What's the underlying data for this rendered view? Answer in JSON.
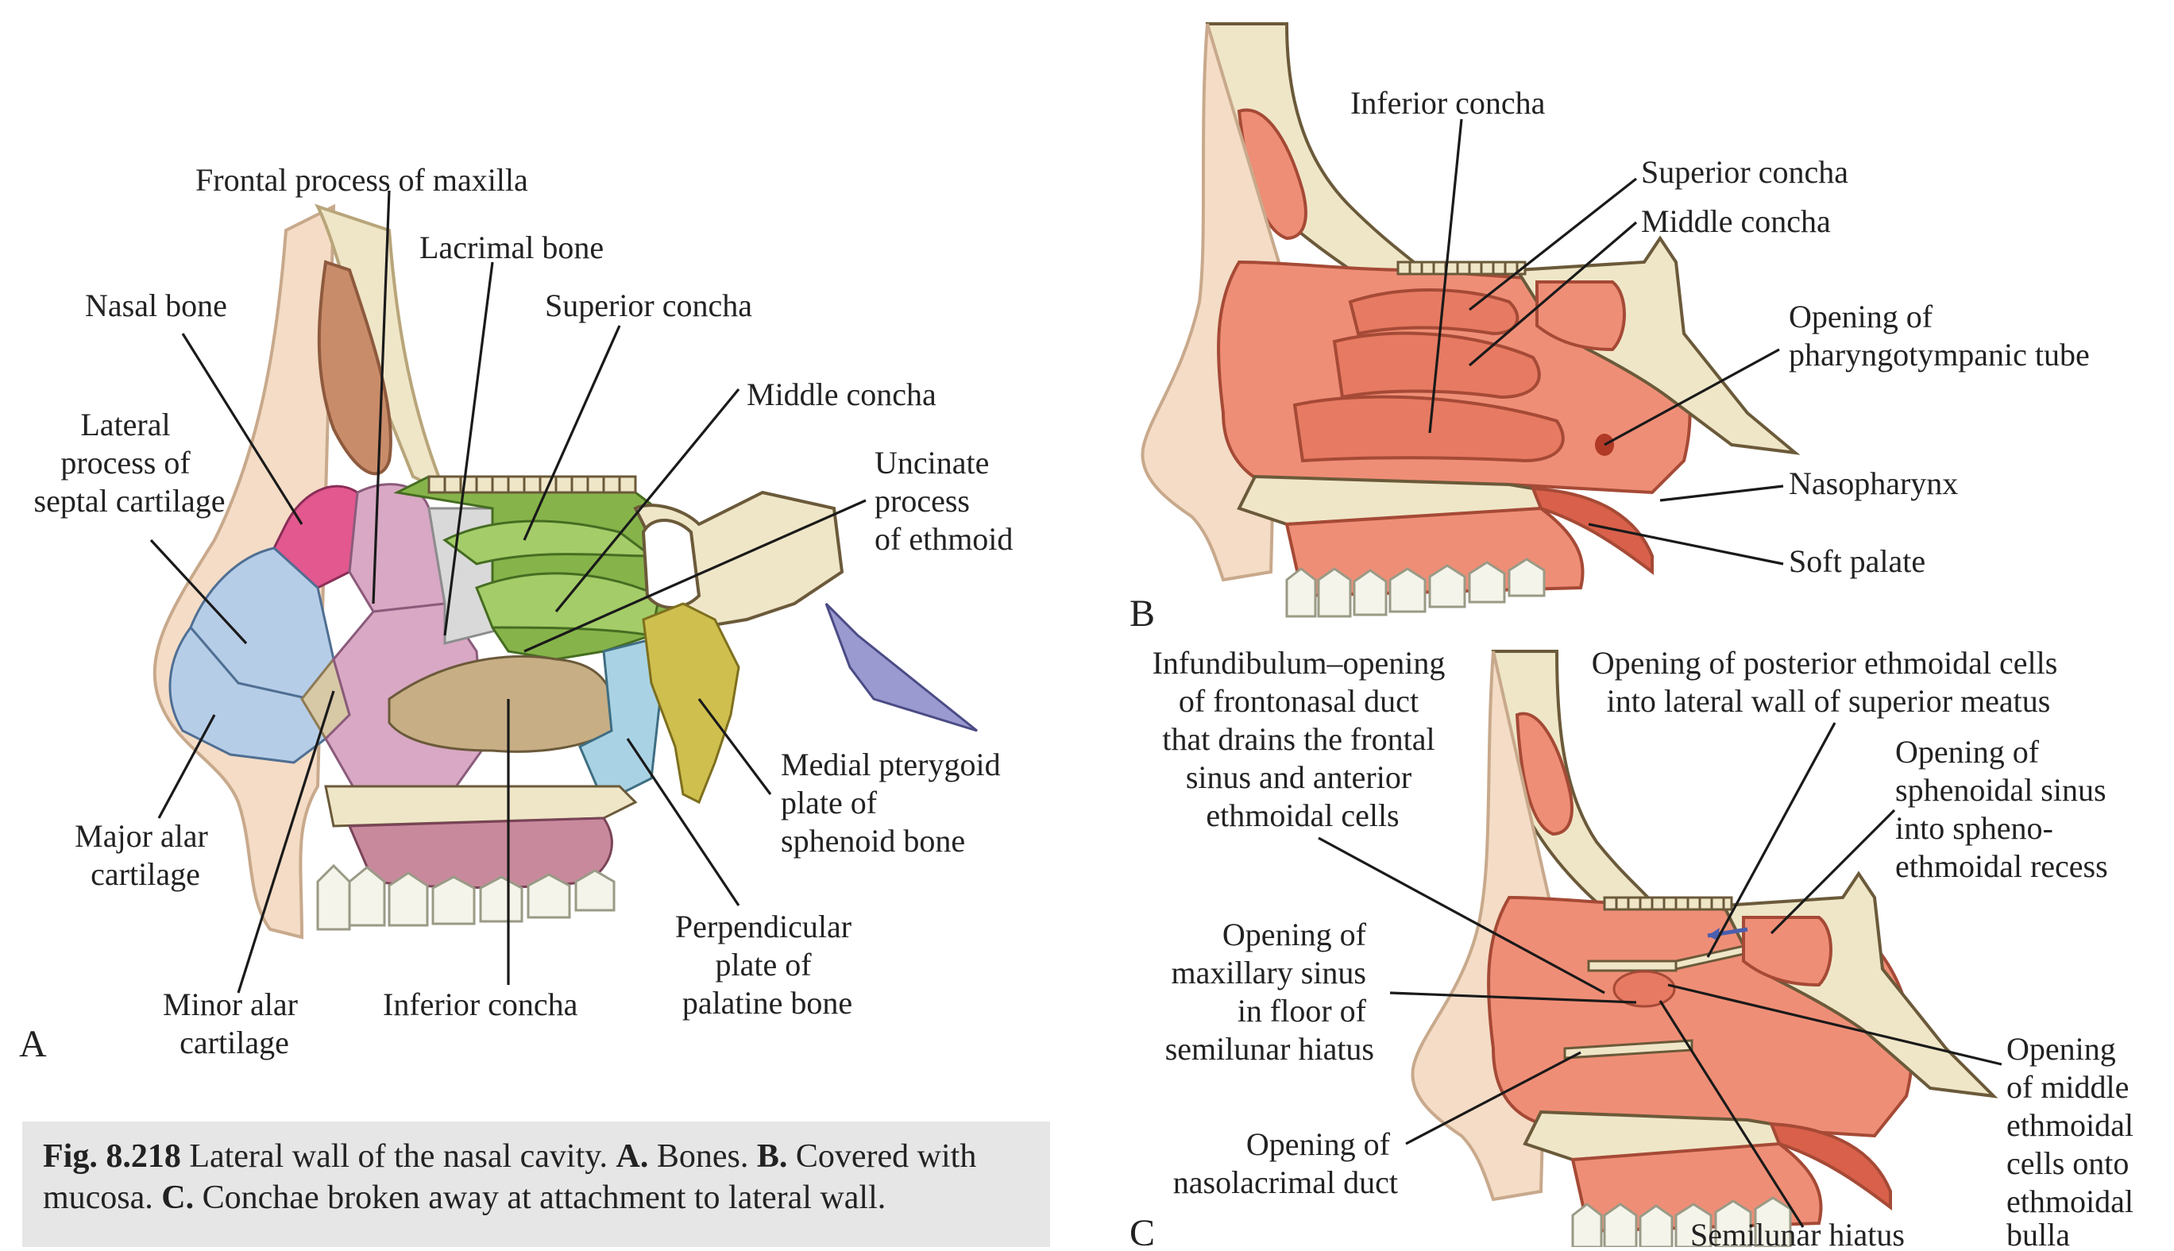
{
  "panels": {
    "a": {
      "letter": "A",
      "labels": {
        "frontal_process": "Frontal process of maxilla",
        "lacrimal_bone": "Lacrimal bone",
        "nasal_bone": "Nasal bone",
        "superior_concha": "Superior concha",
        "lateral_process_1": "Lateral",
        "lateral_process_2": "process of",
        "lateral_process_3": "septal cartilage",
        "middle_concha": "Middle concha",
        "uncinate_1": "Uncinate",
        "uncinate_2": "process",
        "uncinate_3": "of ethmoid",
        "medial_pterygoid_1": "Medial pterygoid",
        "medial_pterygoid_2": "plate of",
        "medial_pterygoid_3": "sphenoid bone",
        "major_alar_1": "Major alar",
        "major_alar_2": "cartilage",
        "perpendicular_1": "Perpendicular",
        "perpendicular_2": "plate of",
        "perpendicular_3": "palatine bone",
        "minor_alar_1": "Minor alar",
        "minor_alar_2": "cartilage",
        "inferior_concha": "Inferior concha"
      }
    },
    "b": {
      "letter": "B",
      "labels": {
        "inferior_concha": "Inferior concha",
        "superior_concha": "Superior concha",
        "middle_concha": "Middle concha",
        "pharyngo_1": "Opening of",
        "pharyngo_2": "pharyngotympanic tube",
        "nasopharynx": "Nasopharynx",
        "soft_palate": "Soft palate"
      }
    },
    "c": {
      "letter": "C",
      "labels": {
        "infundibulum_1": "Infundibulum–opening",
        "infundibulum_2": "of frontonasal duct",
        "infundibulum_3": "that drains the frontal",
        "infundibulum_4": "sinus and anterior",
        "infundibulum_5": "ethmoidal cells",
        "posterior_ethmoidal_1": "Opening of posterior ethmoidal cells",
        "posterior_ethmoidal_2": "into lateral wall of superior meatus",
        "sphenoidal_1": "Opening of",
        "sphenoidal_2": "sphenoidal sinus",
        "sphenoidal_3": "into spheno-",
        "sphenoidal_4": "ethmoidal recess",
        "maxillary_1": "Opening of",
        "maxillary_2": "maxillary sinus",
        "maxillary_3": "in floor of",
        "maxillary_4": "semilunar hiatus",
        "middle_ethmoidal_1": "Opening",
        "middle_ethmoidal_2": "of middle",
        "middle_ethmoidal_3": "ethmoidal",
        "middle_ethmoidal_4": "cells onto",
        "middle_ethmoidal_5": "ethmoidal",
        "middle_ethmoidal_6": "bulla",
        "nasolacrimal_1": "Opening of",
        "nasolacrimal_2": "nasolacrimal duct",
        "semilunar_hiatus": "Semilunar hiatus"
      }
    }
  },
  "caption": {
    "fig_number": "Fig. 8.218",
    "text_1": " Lateral wall of the nasal cavity. ",
    "a_tag": "A.",
    "text_2": " Bones. ",
    "b_tag": "B.",
    "text_3": " Covered with mucosa. ",
    "c_tag": "C.",
    "text_4": " Conchae broken away at attachment to lateral wall."
  },
  "colors": {
    "skin": "#f4dcc6",
    "bone": "#efe6c8",
    "mucosa": "#ef8e76",
    "mucosa_dark": "#d9604a",
    "nasal_bone": "#e2588f",
    "septal_cartilage": "#b6cde8",
    "ethmoid": "#86b44a",
    "inferior_concha": "#c7ae85",
    "maxilla": "#d8a8c4",
    "palatine": "#a9d3e4",
    "sphenoid": "#cfbf4e",
    "lacrimal": "#d9d9d9",
    "pterygoid": "#9a9ad0",
    "caption_bg": "#e6e6e6"
  }
}
